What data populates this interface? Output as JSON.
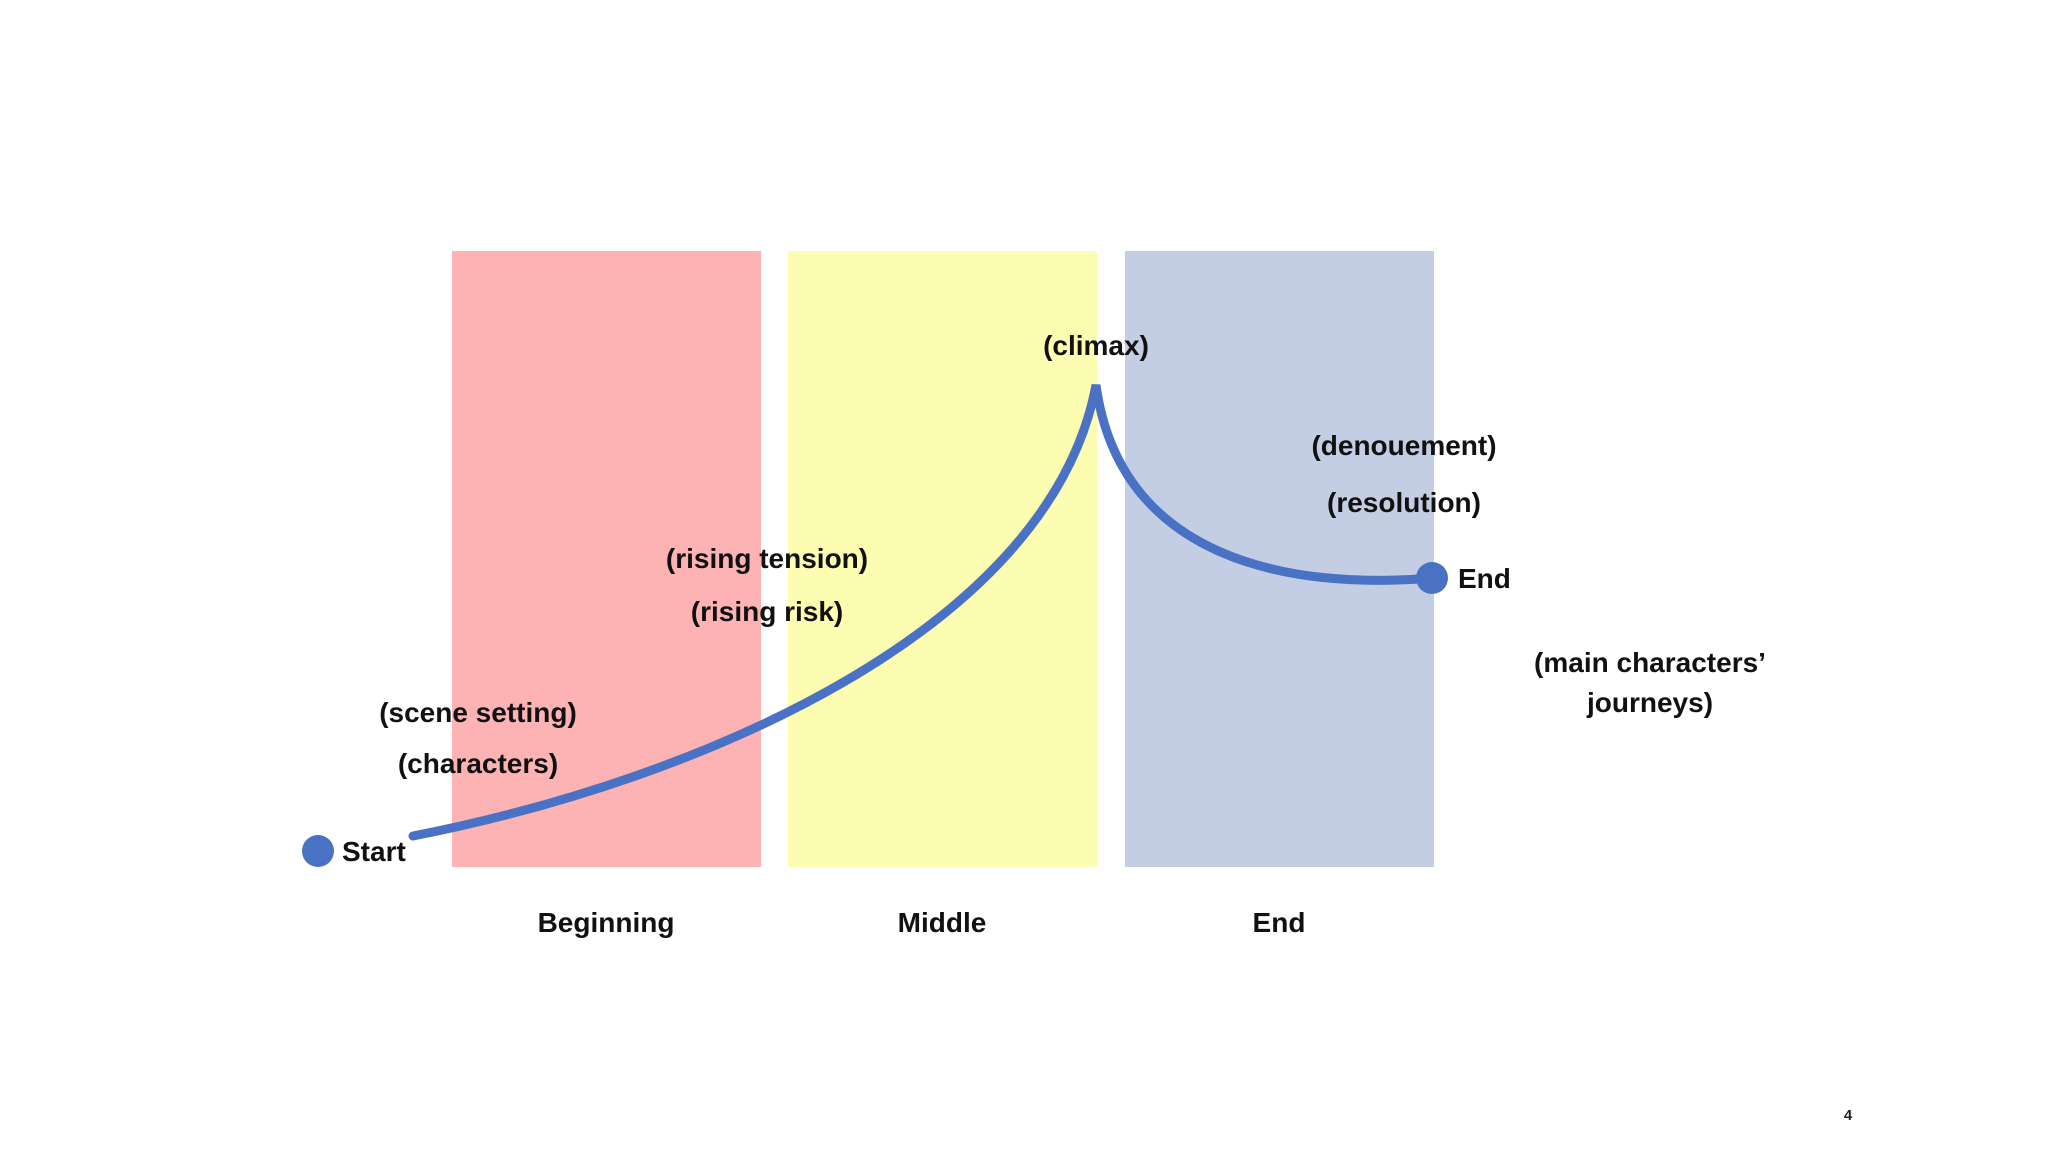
{
  "sections": [
    {
      "label": "Beginning",
      "color": "#fdb3b3"
    },
    {
      "label": "Middle",
      "color": "#fdfdb2"
    },
    {
      "label": "End",
      "color": "#c3cde3"
    }
  ],
  "arc": {
    "color": "#4a72c4",
    "start_label": "Start",
    "end_label": "End"
  },
  "annotations": {
    "scene_setting": "(scene setting)",
    "characters": "(characters)",
    "rising_tension": "(rising tension)",
    "rising_risk": "(rising risk)",
    "climax": "(climax)",
    "denouement": "(denouement)",
    "resolution": "(resolution)",
    "journeys_line1": "(main characters’",
    "journeys_line2": "journeys)"
  },
  "page_number": "4"
}
